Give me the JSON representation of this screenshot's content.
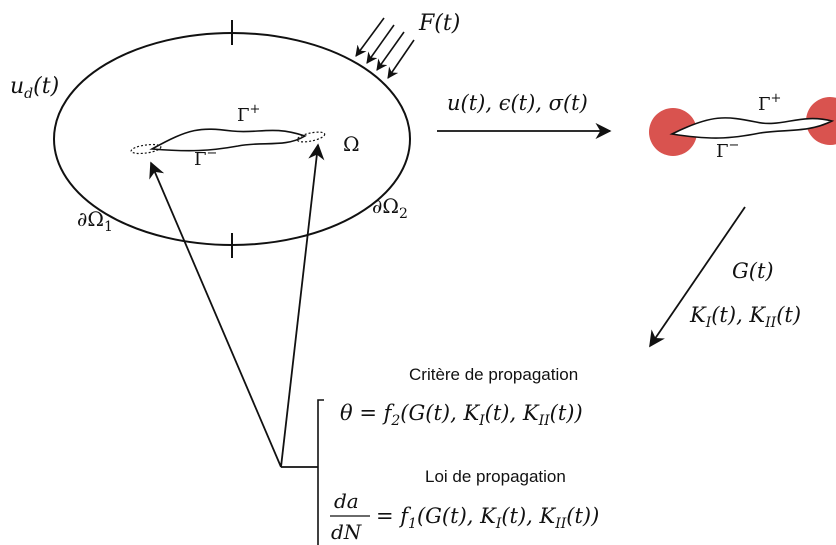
{
  "diagram": {
    "load_label": "F(t)",
    "displacement_label": "u",
    "displacement_sub": "d",
    "displacement_arg": "(t)",
    "domain_label": "Ω",
    "boundary1_label": "∂Ω",
    "boundary1_sub": "1",
    "boundary2_label": "∂Ω",
    "boundary2_sub": "2",
    "gamma_label": "Γ",
    "gamma_plus_sup": "+",
    "gamma_minus_sup": "−",
    "transfer_label": "u(t), ϵ(t), σ(t)",
    "energy_label": "G(t)",
    "sif_label": "K",
    "sif_sub_I": "I",
    "sif_sub_II": "II",
    "sif_arg": "(t)",
    "sif_sep": ", ",
    "criterion_title": "Critère de propagation",
    "criterion_lhs": "θ = f",
    "criterion_sub": "2",
    "criterion_args": "(G(t), K",
    "law_title": "Loi de propagation",
    "law_num": "da",
    "law_den": "dN",
    "law_eq": "= f",
    "law_sub": "1",
    "law_args": "(G(t), K",
    "close_tail": "(t))",
    "colors": {
      "stroke": "#111111",
      "crack_tip_zone": "#d9534f"
    }
  }
}
